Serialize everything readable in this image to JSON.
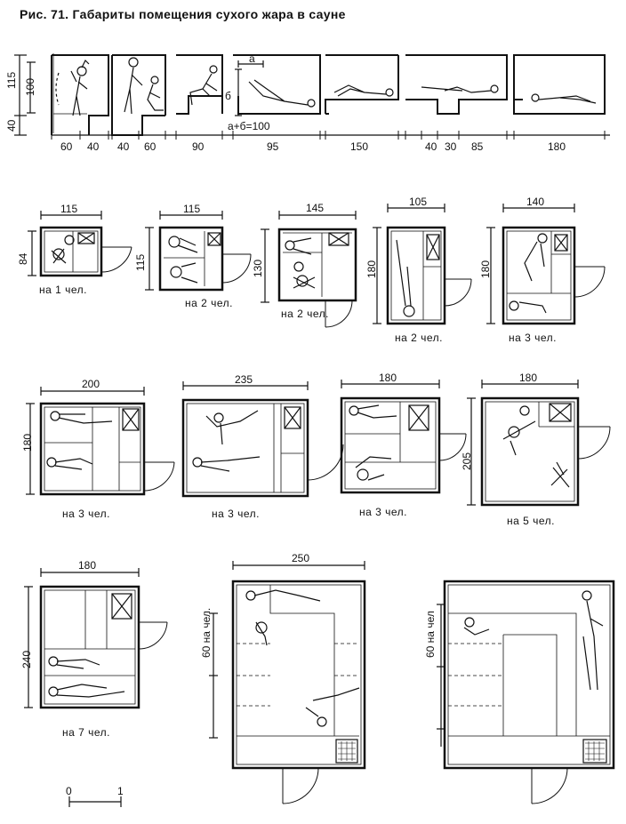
{
  "title": "Рис. 71. Габариты помещения сухого жара в сауне",
  "top_row": {
    "vertical_dims": [
      "115",
      "100",
      "40"
    ],
    "segment_labels": [
      "60",
      "40",
      "40",
      "60",
      "90",
      "95",
      "150",
      "40",
      "30",
      "85",
      "180"
    ],
    "annotations": {
      "a": "а",
      "b": "б",
      "formula": "а+б=100"
    }
  },
  "plans": [
    {
      "width_label": "115",
      "height_label": "84",
      "caption": "на 1 чел."
    },
    {
      "width_label": "115",
      "height_label": "115",
      "caption": "на 2 чел."
    },
    {
      "width_label": "145",
      "height_label": "130",
      "caption": "на 2 чел."
    },
    {
      "width_label": "105",
      "height_label": "180",
      "caption": "на 2 чел."
    },
    {
      "width_label": "140",
      "height_label": "180",
      "caption": "на 3 чел."
    },
    {
      "width_label": "200",
      "height_label": "180",
      "caption": "на 3 чел."
    },
    {
      "width_label": "235",
      "height_label": "",
      "caption": "на 3 чел."
    },
    {
      "width_label": "180",
      "height_label": "",
      "caption": "на 3 чел."
    },
    {
      "width_label": "180",
      "height_label": "205",
      "caption": "на 5 чел."
    },
    {
      "width_label": "180",
      "height_label": "240",
      "caption": "на 7 чел."
    },
    {
      "width_label": "250",
      "height_label": "60 на чел.",
      "caption": ""
    },
    {
      "width_label": "",
      "height_label": "60 на чел",
      "caption": ""
    }
  ],
  "scale": {
    "zero": "0",
    "one": "1"
  }
}
